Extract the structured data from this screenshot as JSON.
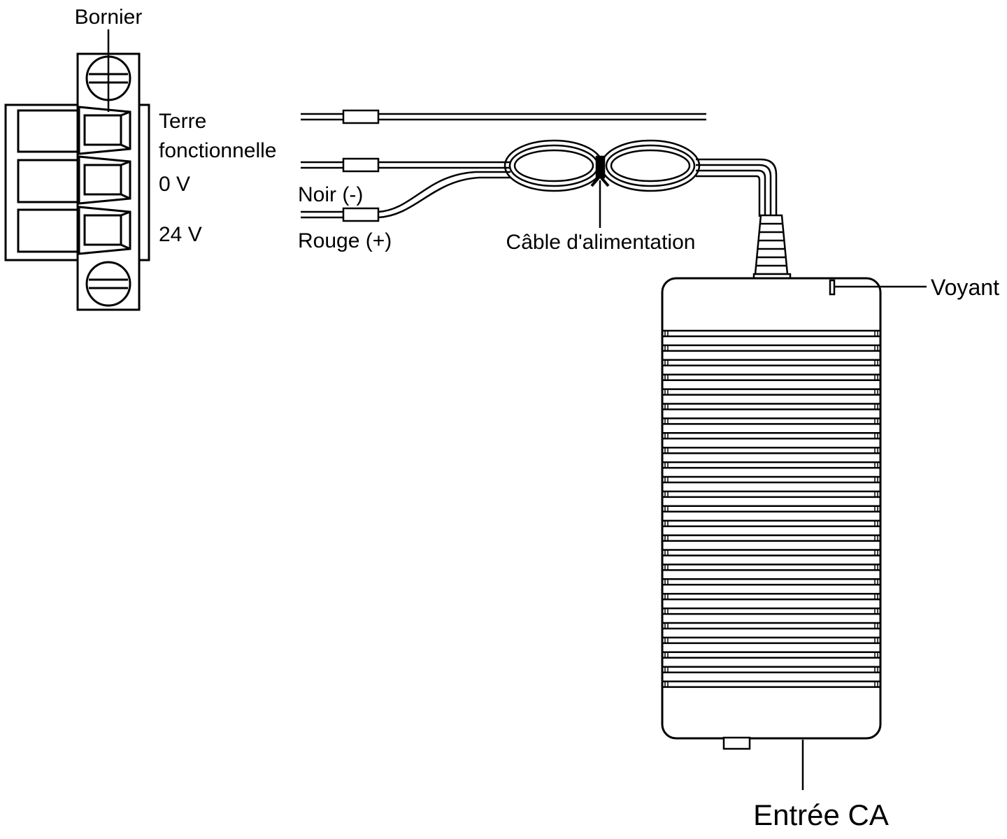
{
  "labels": {
    "terminal_block": "Bornier",
    "functional_earth_line1": "Terre",
    "functional_earth_line2": "fonctionnelle",
    "zero_volt": "0 V",
    "twenty_four_volt": "24 V",
    "black_wire": "Noir (-)",
    "red_wire": "Rouge (+)",
    "power_cable": "Câble d'alimentation",
    "indicator": "Voyant",
    "ac_input": "Entrée CA"
  },
  "colors": {
    "stroke": "#000000",
    "background": "#ffffff"
  }
}
